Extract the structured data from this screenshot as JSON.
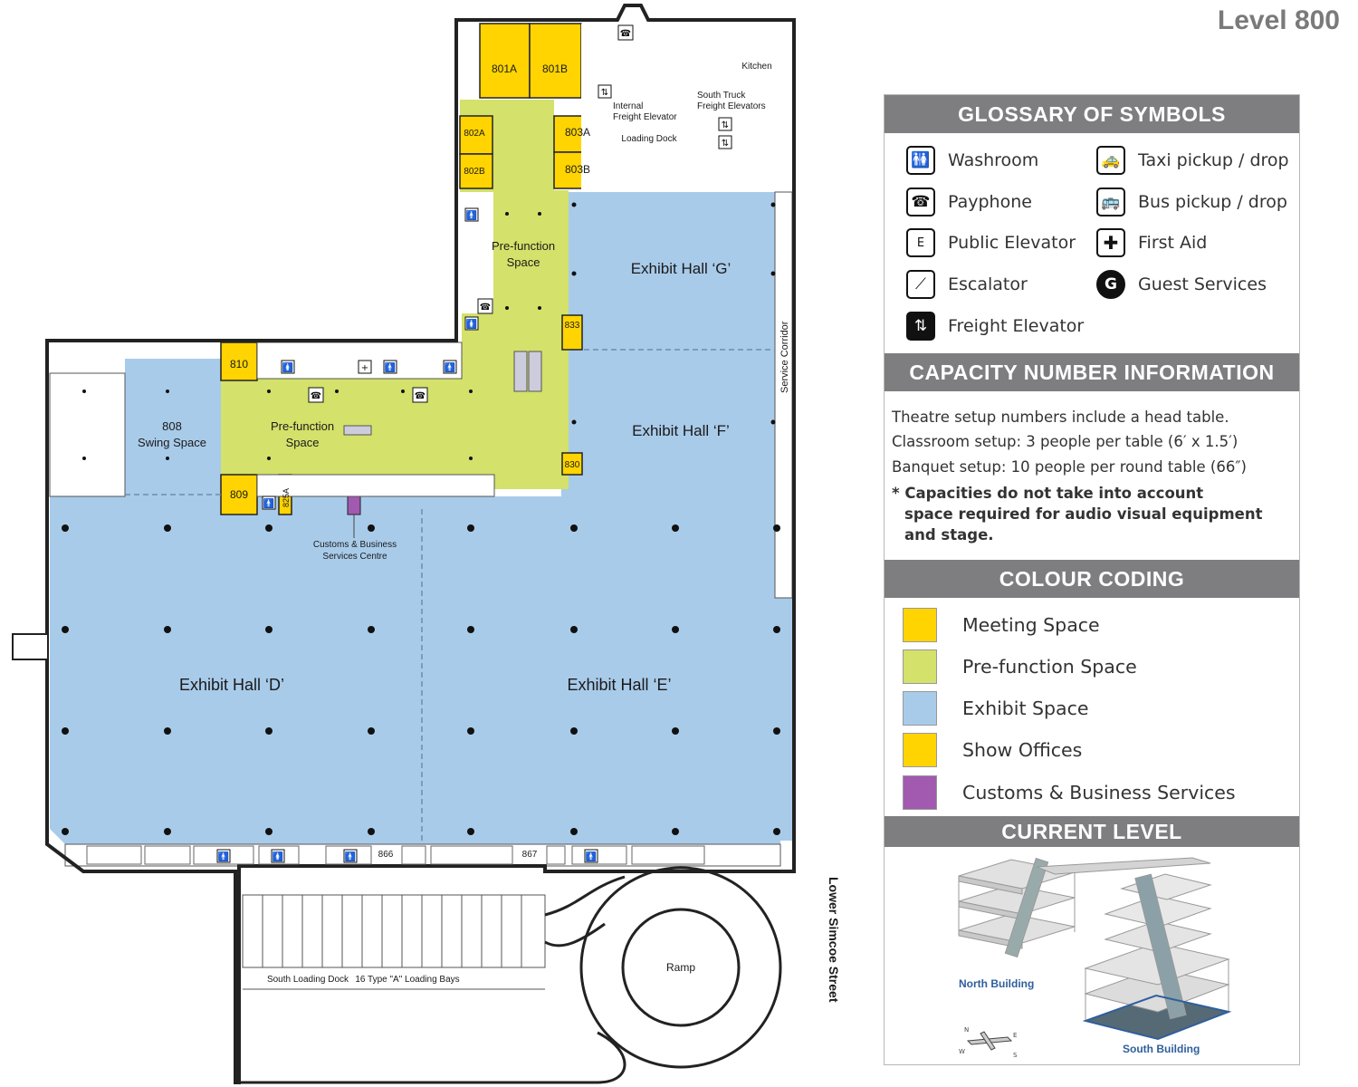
{
  "level_title": "Level 800",
  "colors": {
    "meeting": "#ffd400",
    "prefunction": "#d4e16a",
    "exhibit": "#a9cbea",
    "customs": "#a15ab0",
    "panel_header": "#7e7e80",
    "wall": "#222222"
  },
  "map": {
    "rooms": {
      "r801a": "801A",
      "r801b": "801B",
      "r802a": "802A",
      "r802b": "802B",
      "r803a": "803A",
      "r803b": "803B",
      "r810": "810",
      "r809": "809",
      "r825a": "825A",
      "r833": "833",
      "r830": "830",
      "r866": "866",
      "r867": "867"
    },
    "swing_space": [
      "808",
      "Swing Space"
    ],
    "prefunction_north": [
      "Pre-function",
      "Space"
    ],
    "prefunction_south": [
      "Pre-function",
      "Space"
    ],
    "hall_g": "Exhibit Hall ‘G’",
    "hall_f": "Exhibit Hall ‘F’",
    "hall_d": "Exhibit Hall ‘D’",
    "hall_e": "Exhibit Hall ‘E’",
    "kitchen": "Kitchen",
    "internal_freight": [
      "Internal",
      "Freight Elevator"
    ],
    "south_truck": [
      "South Truck",
      "Freight Elevators"
    ],
    "loading_dock": "Loading Dock",
    "customs_label": [
      "Customs & Business",
      "Services Centre"
    ],
    "service_corridor": "Service Corridor",
    "south_loading": "South Loading Dock",
    "bays": "16 Type \"A\" Loading Bays",
    "ramp": "Ramp",
    "street": "Lower Simcoe Street"
  },
  "glossary": {
    "title": "GLOSSARY OF SYMBOLS",
    "items": [
      {
        "icon": "washroom-icon",
        "glyph": "🚻",
        "label": "Washroom"
      },
      {
        "icon": "payphone-icon",
        "glyph": "📞",
        "label": "Payphone"
      },
      {
        "icon": "public-elevator-icon",
        "glyph": "E",
        "label": "Public Elevator"
      },
      {
        "icon": "escalator-icon",
        "glyph": "⟋",
        "label": "Escalator"
      },
      {
        "icon": "freight-elevator-icon",
        "glyph": "⇅",
        "label": "Freight Elevator"
      },
      {
        "icon": "taxi-icon",
        "glyph": "🚕",
        "label": "Taxi pickup / drop"
      },
      {
        "icon": "bus-icon",
        "glyph": "🚌",
        "label": "Bus pickup / drop"
      },
      {
        "icon": "first-aid-icon",
        "glyph": "✚",
        "label": "First Aid"
      },
      {
        "icon": "guest-services-icon",
        "glyph": "G",
        "label": "Guest Services"
      }
    ]
  },
  "capacity": {
    "title": "CAPACITY NUMBER INFORMATION",
    "lines": [
      "Theatre setup numbers include a head table.",
      "Classroom setup: 3 people per table (6′ x 1.5′)",
      "Banquet setup: 10 people per round table (66″)"
    ],
    "note": [
      "* Capacities do not take into account",
      "space required for audio visual equipment",
      "and stage."
    ]
  },
  "colour_coding": {
    "title": "COLOUR CODING",
    "items": [
      {
        "label": "Meeting Space",
        "color": "#ffd400"
      },
      {
        "label": "Pre-function Space",
        "color": "#d4e16a"
      },
      {
        "label": "Exhibit Space",
        "color": "#a9cbea"
      },
      {
        "label": "Show Offices",
        "color": "#ffd400"
      },
      {
        "label": "Customs & Business Services",
        "color": "#a15ab0"
      }
    ]
  },
  "current_level": {
    "title": "CURRENT LEVEL",
    "north": "North Building",
    "south": "South Building",
    "compass": {
      "n": "N",
      "e": "E",
      "s": "S",
      "w": "W"
    }
  }
}
